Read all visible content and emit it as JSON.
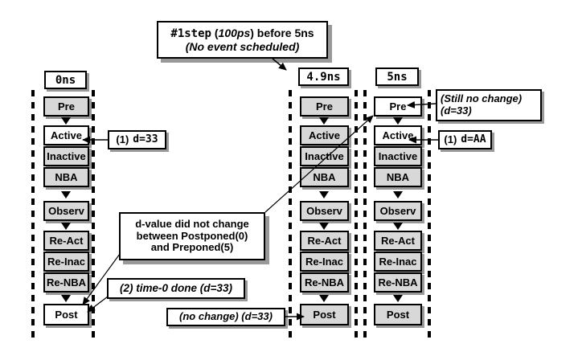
{
  "colors": {
    "box_gray": "#d8d8d8",
    "box_white": "#ffffff",
    "border": "#000000",
    "shadow": "#999999"
  },
  "top_callout": {
    "mono_part": "#1step",
    "open_part": " (",
    "italic_part": "100ps",
    "close_part": ") before 5ns",
    "line2": "(No event scheduled)"
  },
  "columns": [
    {
      "header": "0ns",
      "phases": [
        {
          "label": "Pre",
          "fill": "gray"
        },
        {
          "label": "Active",
          "fill": "white"
        },
        {
          "label": "Inactive",
          "fill": "gray"
        },
        {
          "label": "NBA",
          "fill": "gray"
        },
        {
          "label": "Observ",
          "fill": "gray"
        },
        {
          "label": "Re-Act",
          "fill": "gray"
        },
        {
          "label": "Re-Inac",
          "fill": "gray"
        },
        {
          "label": "Re-NBA",
          "fill": "gray"
        },
        {
          "label": "Post",
          "fill": "white"
        }
      ]
    },
    {
      "header": "4.9ns",
      "phases": [
        {
          "label": "Pre",
          "fill": "gray"
        },
        {
          "label": "Active",
          "fill": "gray"
        },
        {
          "label": "Inactive",
          "fill": "gray"
        },
        {
          "label": "NBA",
          "fill": "gray"
        },
        {
          "label": "Observ",
          "fill": "gray"
        },
        {
          "label": "Re-Act",
          "fill": "gray"
        },
        {
          "label": "Re-Inac",
          "fill": "gray"
        },
        {
          "label": "Re-NBA",
          "fill": "gray"
        },
        {
          "label": "Post",
          "fill": "gray"
        }
      ]
    },
    {
      "header": "5ns",
      "phases": [
        {
          "label": "Pre",
          "fill": "white"
        },
        {
          "label": "Active",
          "fill": "white"
        },
        {
          "label": "Inactive",
          "fill": "gray"
        },
        {
          "label": "NBA",
          "fill": "gray"
        },
        {
          "label": "Observ",
          "fill": "gray"
        },
        {
          "label": "Re-Act",
          "fill": "gray"
        },
        {
          "label": "Re-Inac",
          "fill": "gray"
        },
        {
          "label": "Re-NBA",
          "fill": "gray"
        },
        {
          "label": "Post",
          "fill": "gray"
        }
      ]
    }
  ],
  "callouts": {
    "d33": {
      "prefix": "(1)",
      "value": "d=33"
    },
    "dAA": {
      "prefix": "(1)",
      "value": "d=AA"
    },
    "still_no_change": {
      "line1": "(Still no change)",
      "line2": "(d=33)"
    },
    "d_value": {
      "line1": "d-value did not change",
      "line2": "between Postponed(0)",
      "line3": "and Preponed(5)"
    },
    "time0_done": "(2) time-0 done (d=33)",
    "no_change": "(no change) (d=33)"
  }
}
